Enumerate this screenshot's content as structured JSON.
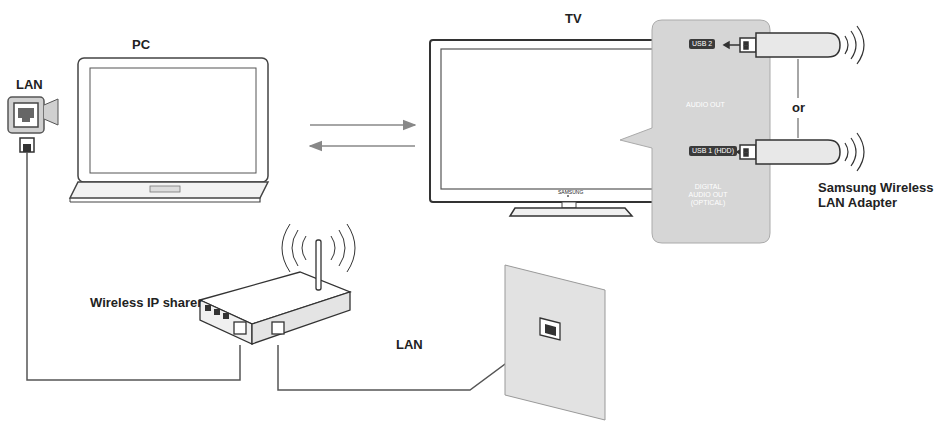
{
  "diagram": {
    "nodes": [
      {
        "text": [
          "PC"
        ]
      },
      {
        "text": [
          "TV"
        ]
      },
      {
        "text": [
          "USB 2",
          "AUDIO OUT",
          "USB 1 (HDD)",
          "DIGITAL AUDIO OUT (OPTICAL)"
        ]
      },
      {
        "text": [
          "Wireless IP sharer"
        ]
      }
    ],
    "edges": [
      {
        "from": 0,
        "to": 1,
        "arrow": "to"
      },
      {
        "from": 1,
        "to": 0,
        "arrow": "to"
      }
    ],
    "labels": [
      "LAN",
      "LAN",
      "or",
      "Samsung Wireless LAN Adapter",
      "SAMSUNG"
    ]
  }
}
